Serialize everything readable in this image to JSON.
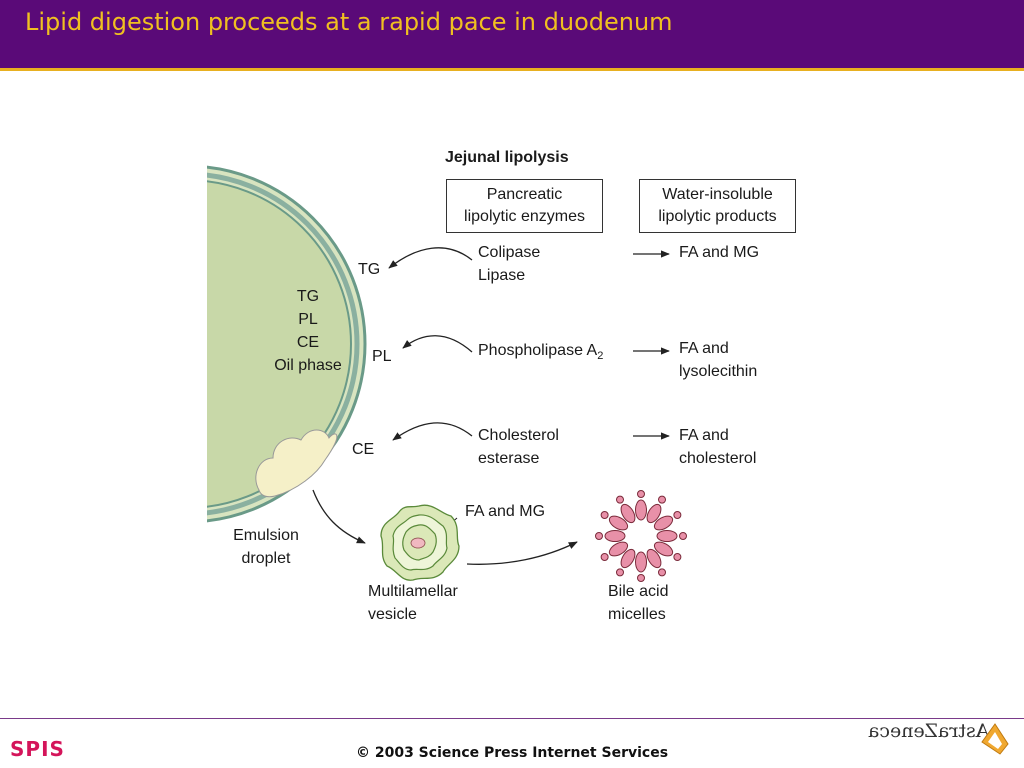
{
  "header": {
    "title": "Lipid digestion proceeds at a rapid pace in duodenum"
  },
  "diagram": {
    "heading": "Jejunal lipolysis",
    "boxes": {
      "enzymes": [
        "Pancreatic",
        "lipolytic enzymes"
      ],
      "products": [
        "Water-insoluble",
        "lipolytic products"
      ]
    },
    "droplet_contents": [
      "TG",
      "PL",
      "CE",
      "Oil phase"
    ],
    "substrates": {
      "tg": "TG",
      "pl": "PL",
      "ce": "CE"
    },
    "enzymes": {
      "colipase": "Colipase",
      "lipase": "Lipase",
      "phospholipase": "Phospholipase A",
      "phospholipase_sub": "2",
      "cholesterol": "Cholesterol",
      "esterase": "esterase"
    },
    "products": {
      "fa_mg": "FA and MG",
      "fa_and_1": "FA and",
      "lysolecithin": "lysolecithin",
      "fa_and_2": "FA and",
      "cholesterol": "cholesterol"
    },
    "emulsion": [
      "Emulsion",
      "droplet"
    ],
    "vesicle_label": "FA and MG",
    "vesicle": [
      "Multilamellar",
      "vesicle"
    ],
    "micelles": [
      "Bile acid",
      "micelles"
    ]
  },
  "footer": {
    "copyright": "© 2003 Science Press Internet Services",
    "left_logo": "SPIS",
    "right_logo": "AstraZeneca"
  },
  "colors": {
    "header_bg": "#5a0a78",
    "title": "#f0c020",
    "droplet_fill": "#c8d8a8",
    "droplet_ring": "#6a9a88",
    "micelle": "#e890a8",
    "spis": "#d4145a"
  }
}
